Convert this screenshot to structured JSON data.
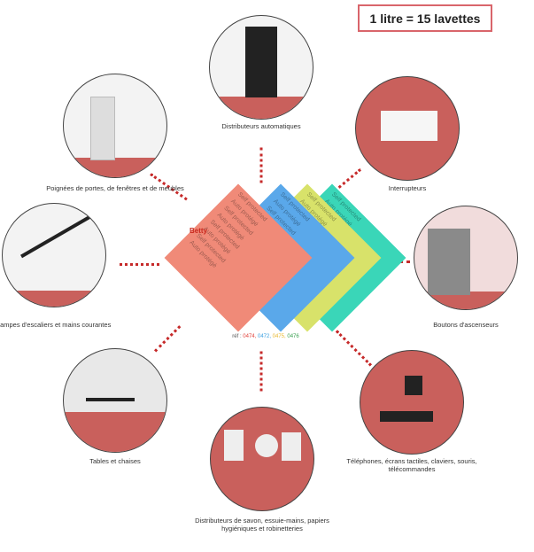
{
  "badge": "1 litre  = 15 lavettes",
  "items": [
    {
      "label": "Distributeurs automatiques"
    },
    {
      "label": "Poignées de portes, de fenêtres et de meubles"
    },
    {
      "label": "Interrupteurs"
    },
    {
      "label": "Rampes d'escaliers et mains courantes"
    },
    {
      "label": "Boutons d'ascenseurs"
    },
    {
      "label": "Tables et chaises"
    },
    {
      "label": "Téléphones, écrans tactiles, claviers, souris, télécommandes"
    },
    {
      "label": "Distributeurs de savon, essuie-mains, papiers hygiéniques et robinetteries"
    }
  ],
  "product": {
    "brand": "Betty",
    "texts": [
      "Self protected",
      "Auto protégé"
    ],
    "ref_prefix": "réf : ",
    "refs": [
      {
        "code": "0474",
        "color": "#e0413a"
      },
      {
        "code": "0472",
        "color": "#3aa0e0"
      },
      {
        "code": "0475",
        "color": "#e8b830"
      },
      {
        "code": "0476",
        "color": "#3aa050"
      }
    ],
    "cloth_colors": [
      "#3ad6b8",
      "#d8e26a",
      "#5aa8ea",
      "#f08a78"
    ]
  }
}
